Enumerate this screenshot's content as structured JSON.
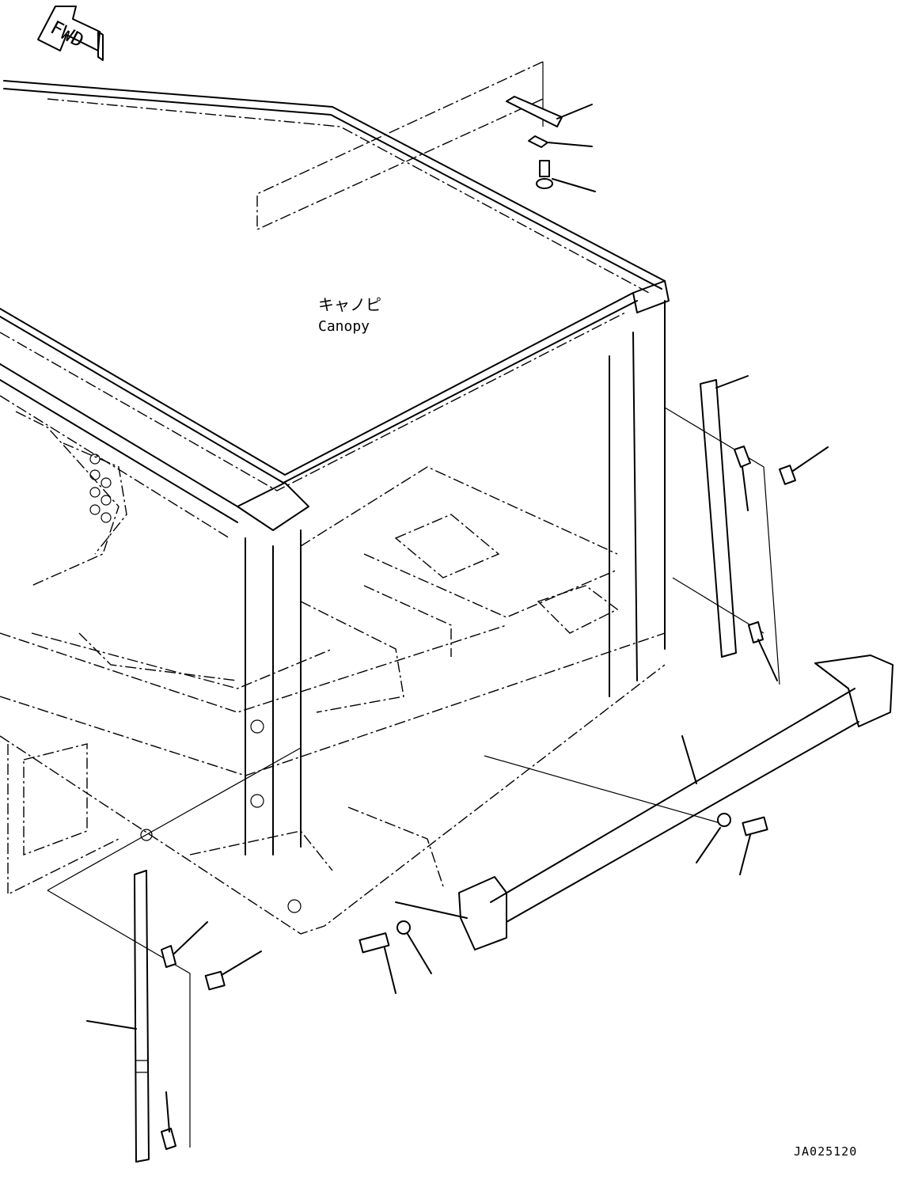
{
  "direction_arrow": {
    "label": "FWD"
  },
  "canopy_label": {
    "jp": "キャノピ",
    "en": "Canopy"
  },
  "drawing_number": "JA025120",
  "colors": {
    "ink": "#000000",
    "paper": "#ffffff"
  }
}
